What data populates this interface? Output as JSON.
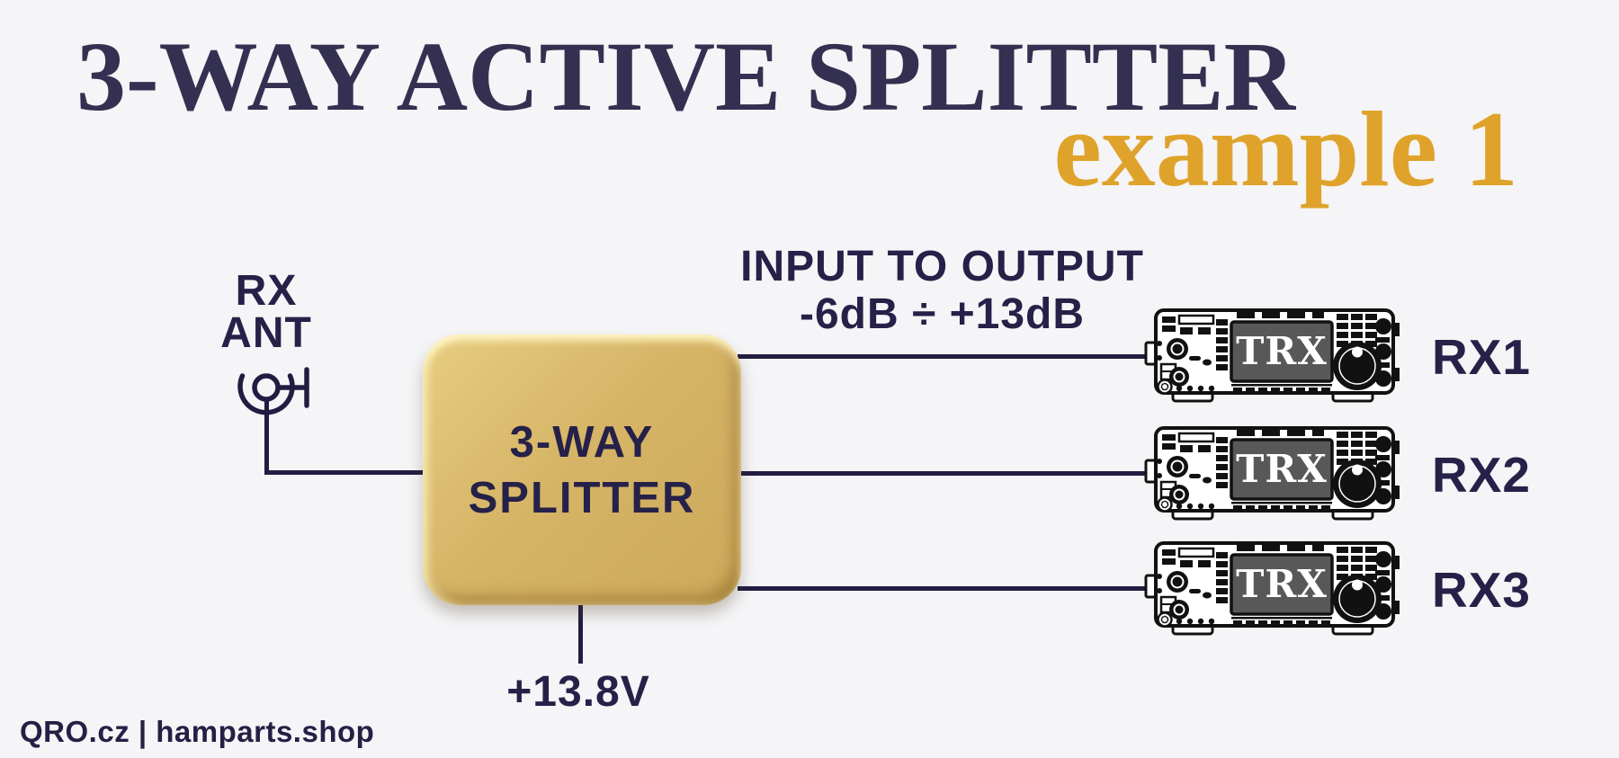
{
  "colors": {
    "background": "#f5f4f6",
    "title_navy": "#343051",
    "text_navy": "#262148",
    "wire_navy": "#211d42",
    "gold_accent": "#dfa32b",
    "box_gold": "#d4b366",
    "screen_gray": "#585858"
  },
  "header": {
    "title": "3-WAY ACTIVE SPLITTER",
    "subtitle": "example 1"
  },
  "diagram": {
    "antenna": {
      "label_line1": "RX",
      "label_line2": "ANT"
    },
    "splitter": {
      "label_line1": "3-WAY",
      "label_line2": "SPLITTER"
    },
    "gain_note": {
      "line1": "INPUT TO OUTPUT",
      "line2": "-6dB ÷ +13dB"
    },
    "power": {
      "label": "+13.8V"
    },
    "receivers": [
      {
        "device_label": "TRX",
        "output_label": "RX1"
      },
      {
        "device_label": "TRX",
        "output_label": "RX2"
      },
      {
        "device_label": "TRX",
        "output_label": "RX3"
      }
    ]
  },
  "footer": {
    "credit": "QRO.cz | hamparts.shop"
  }
}
